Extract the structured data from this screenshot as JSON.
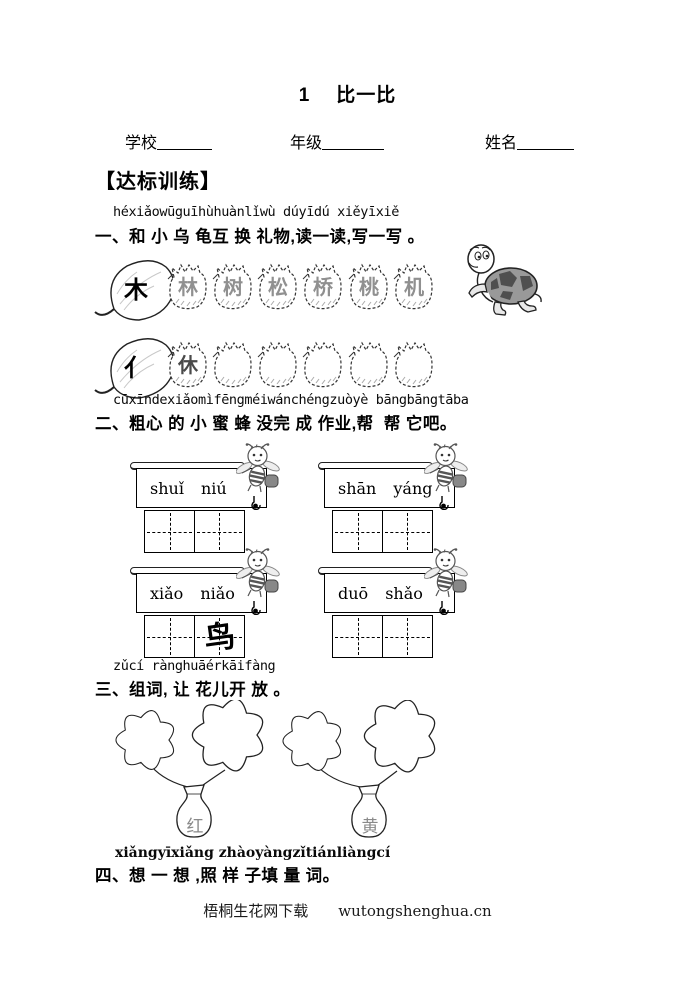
{
  "page": {
    "title_num": "1",
    "title_text": "比一比",
    "section_header": "【达标训练】",
    "header_fields": [
      {
        "label": "学校"
      },
      {
        "label": "年级"
      },
      {
        "label": "姓名"
      }
    ]
  },
  "ex1": {
    "pinyin": "héxiǎowūguīhùhuànlǐwù dúyīdú xiěyīxiě",
    "heading": "一、和 小 乌 龟互 换 礼物,读一读,写一写 。",
    "leaf_rows": [
      {
        "base_char": "木",
        "leaf_chars": [
          "林",
          "树",
          "松",
          "桥",
          "桃",
          "机"
        ]
      },
      {
        "base_char": "亻",
        "leaf_chars": [
          "休",
          "",
          "",
          "",
          "",
          ""
        ]
      }
    ]
  },
  "ex2": {
    "pinyin": "cūxīndexiǎomìfēngméiwánchéngzuòyè bāngbāngtāba",
    "heading": "二、粗心 的 小 蜜 蜂 没完 成 作业,帮  帮 它吧。",
    "cards": [
      {
        "syllable1": "shuǐ",
        "syllable2": "niú",
        "cell1": "",
        "cell2": ""
      },
      {
        "syllable1": "shān",
        "syllable2": "yáng",
        "cell1": "",
        "cell2": ""
      },
      {
        "syllable1": "xiǎo",
        "syllable2": "niǎo",
        "cell1": "",
        "cell2": "鸟"
      },
      {
        "syllable1": "duō",
        "syllable2": "shǎo",
        "cell1": "",
        "cell2": ""
      }
    ]
  },
  "ex3": {
    "pinyin": "zǔcí rànghuāérkāifàng",
    "heading": "三、组词, 让 花儿开 放 。",
    "vases": [
      {
        "label": "红"
      },
      {
        "label": "黄"
      }
    ]
  },
  "ex4": {
    "pinyin": "xiǎngyīxiǎng zhàoyàngzǐtiánliàngcí",
    "heading": "四、想 一 想 ,照 样 子填 量 词。"
  },
  "footer": {
    "site_name": "梧桐生花网下载",
    "site_url": "wutongshenghua.cn"
  }
}
